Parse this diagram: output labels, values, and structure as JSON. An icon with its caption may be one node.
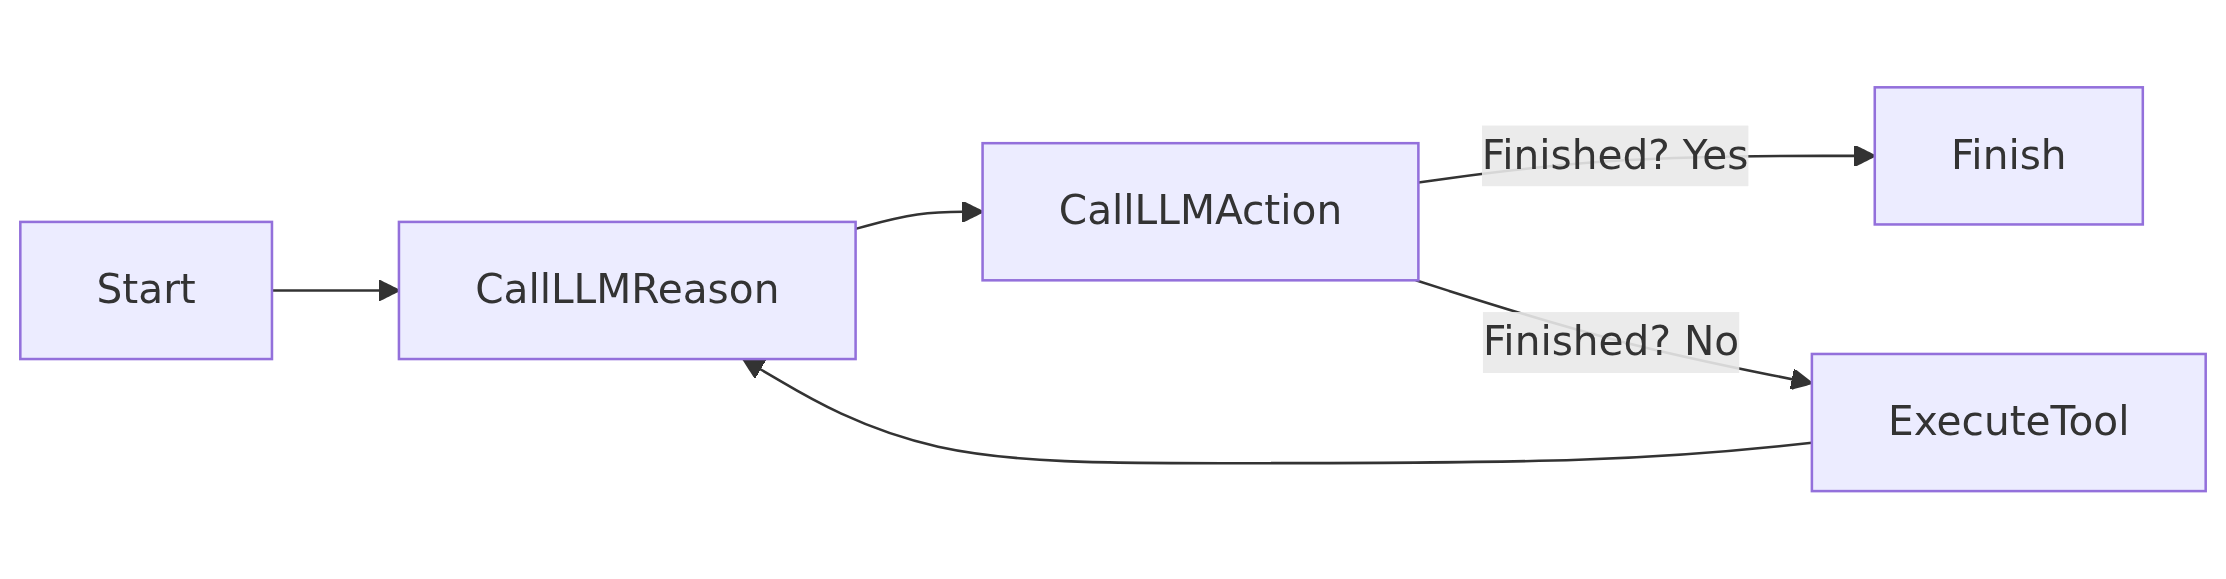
{
  "diagram": {
    "nodes": [
      {
        "text": [
          "Start"
        ]
      },
      {
        "text": [
          "CallLLMReason"
        ]
      },
      {
        "text": [
          "CallLLMAction"
        ]
      },
      {
        "text": [
          "Finish"
        ]
      },
      {
        "text": [
          "ExecuteTool"
        ]
      }
    ],
    "edges": [
      {
        "from": 0,
        "to": 1,
        "arrow": "to"
      },
      {
        "from": 1,
        "to": 2,
        "arrow": "to"
      },
      {
        "from": 2,
        "to": 3,
        "arrow": "to",
        "label": "Finished? Yes"
      },
      {
        "from": 2,
        "to": 4,
        "arrow": "to",
        "label": "Finished? No"
      },
      {
        "from": 4,
        "to": 1,
        "arrow": "to"
      }
    ]
  }
}
